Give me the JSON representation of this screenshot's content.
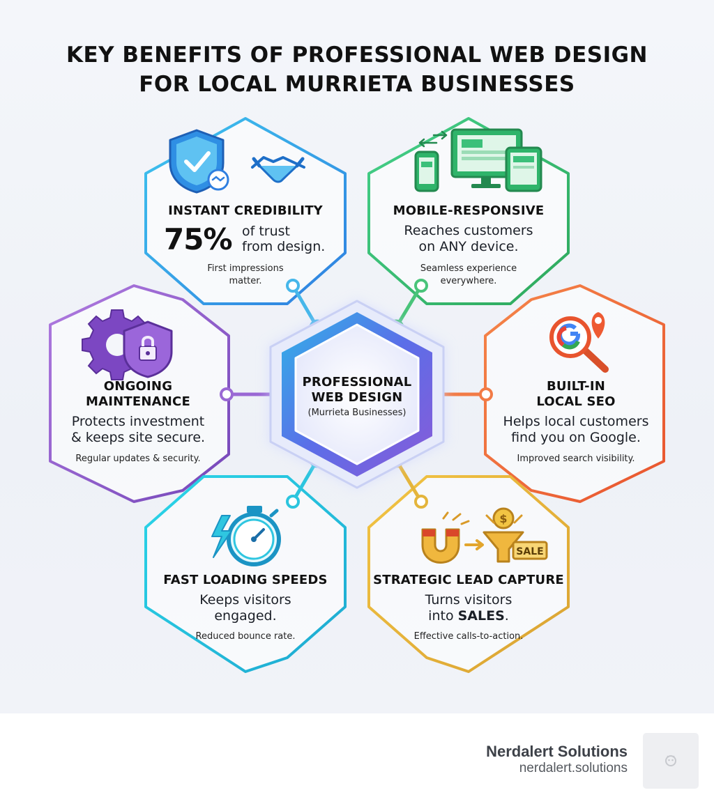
{
  "title": {
    "line1": "KEY BENEFITS OF PROFESSIONAL WEB DESIGN",
    "line2": "FOR LOCAL MURRIETA BUSINESSES"
  },
  "center": {
    "line1": "PROFESSIONAL",
    "line2": "WEB DESIGN",
    "sub": "(Murrieta Businesses)"
  },
  "benefits": {
    "credibility": {
      "title": "INSTANT CREDIBILITY",
      "stat": "75%",
      "stat_text_1": "of trust",
      "stat_text_2": "from design.",
      "note_1": "First impressions",
      "note_2": "matter.",
      "color": "#2f9be6",
      "icons": [
        "shield-check-icon",
        "handshake-icon"
      ]
    },
    "mobile": {
      "title": "MOBILE-RESPONSIVE",
      "body_1": "Reaches customers",
      "body_2": "on ANY device.",
      "note_1": "Seamless experience",
      "note_2": "everywhere.",
      "color": "#38b766",
      "icons": [
        "devices-icon"
      ]
    },
    "maintenance": {
      "title_1": "ONGOING",
      "title_2": "MAINTENANCE",
      "body_1": "Protects investment",
      "body_2": "& keeps site secure.",
      "note_1": "Regular updates & security.",
      "color": "#8a55c9",
      "icons": [
        "gear-icon",
        "shield-lock-icon"
      ]
    },
    "seo": {
      "title_1": "BUILT-IN",
      "title_2": "LOCAL SEO",
      "body_1": "Helps local customers",
      "body_2": "find you on Google.",
      "note_1": "Improved search visibility.",
      "color": "#f0743f",
      "icons": [
        "google-search-icon",
        "map-pin-icon"
      ]
    },
    "speed": {
      "title": "FAST LOADING SPEEDS",
      "body_1": "Keeps visitors",
      "body_2": "engaged.",
      "note_1": "Reduced bounce rate.",
      "color": "#22c0d8",
      "icons": [
        "stopwatch-icon",
        "lightning-icon"
      ]
    },
    "leads": {
      "title": "STRATEGIC LEAD CAPTURE",
      "body_1": "Turns visitors",
      "body_2a": "into ",
      "body_2b": "SALES",
      "body_2c": ".",
      "note_1": "Effective calls-to-action.",
      "color": "#e2b23a",
      "icon_label": "SALE",
      "icons": [
        "magnet-icon",
        "coin-icon",
        "funnel-icon"
      ]
    }
  },
  "footer": {
    "brand": "Nerdalert Solutions",
    "url": "nerdalert.solutions"
  }
}
